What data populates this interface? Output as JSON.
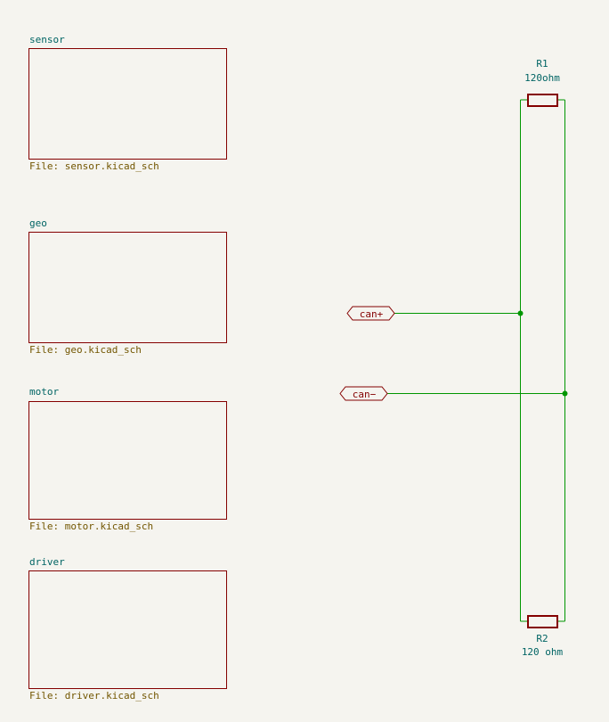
{
  "colors": {
    "background": "#f5f4ef",
    "wire": "#009600",
    "junction": "#009600",
    "component": "#840000",
    "sheet_border": "#840000",
    "sheet_name": "#006464",
    "sheet_file": "#725600",
    "reference": "#006464",
    "label_text": "#840000"
  },
  "sheets": [
    {
      "name": "sensor",
      "file": "File: sensor.kicad_sch"
    },
    {
      "name": "geo",
      "file": "File: geo.kicad_sch"
    },
    {
      "name": "motor",
      "file": "File: motor.kicad_sch"
    },
    {
      "name": "driver",
      "file": "File: driver.kicad_sch"
    }
  ],
  "resistors": [
    {
      "ref": "R1",
      "value": "120ohm"
    },
    {
      "ref": "R2",
      "value": "120 ohm"
    }
  ],
  "labels": [
    {
      "text": "can+"
    },
    {
      "text": "can−"
    }
  ]
}
